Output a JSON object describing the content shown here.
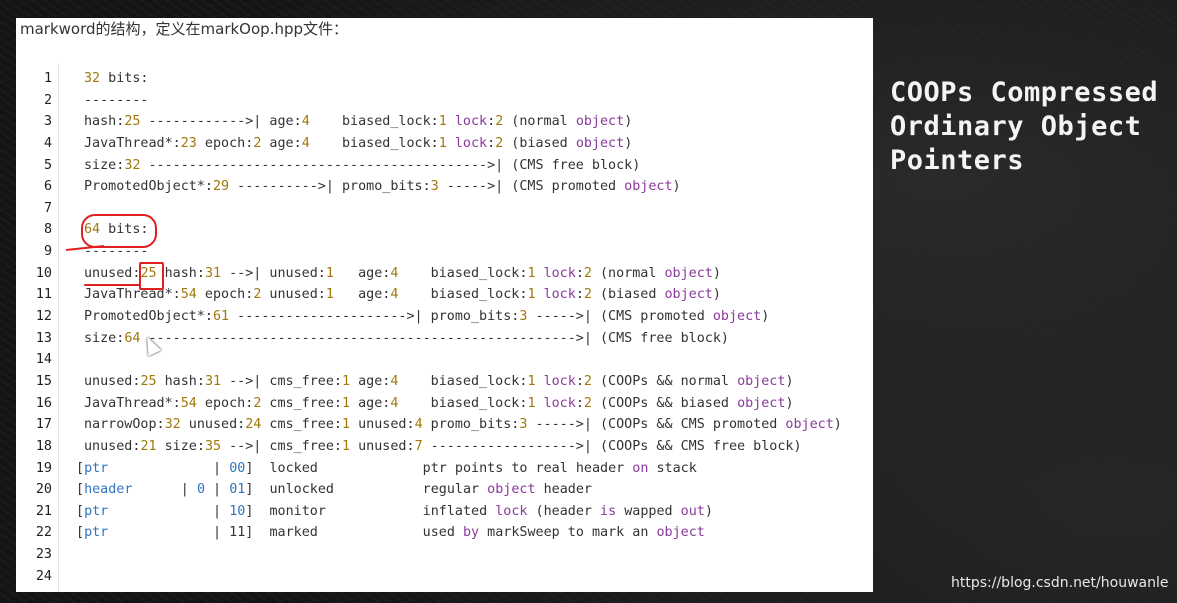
{
  "panel": {
    "heading": "markword的结构，定义在markOop.hpp文件："
  },
  "slide": {
    "title": "COOPs Compressed Ordinary Object Pointers",
    "watermark": "https://blog.csdn.net/houwanle"
  },
  "code": {
    "lines": [
      {
        "no": "1",
        "text": "32 bits:"
      },
      {
        "no": "2",
        "text": "--------"
      },
      {
        "no": "3",
        "text": "hash:25 ------------>| age:4    biased_lock:1 lock:2 (normal object)"
      },
      {
        "no": "4",
        "text": "JavaThread*:23 epoch:2 age:4    biased_lock:1 lock:2 (biased object)"
      },
      {
        "no": "5",
        "text": "size:32 ------------------------------------------>| (CMS free block)"
      },
      {
        "no": "6",
        "text": "PromotedObject*:29 ---------->| promo_bits:3 ----->| (CMS promoted object)"
      },
      {
        "no": "7",
        "text": ""
      },
      {
        "no": "8",
        "text": "64 bits:"
      },
      {
        "no": "9",
        "text": "--------"
      },
      {
        "no": "10",
        "text": "unused:25 hash:31 -->| unused:1   age:4    biased_lock:1 lock:2 (normal object)"
      },
      {
        "no": "11",
        "text": "JavaThread*:54 epoch:2 unused:1   age:4    biased_lock:1 lock:2 (biased object)"
      },
      {
        "no": "12",
        "text": "PromotedObject*:61 --------------------->| promo_bits:3 ----->| (CMS promoted object)"
      },
      {
        "no": "13",
        "text": "size:64 ----------------------------------------------------->| (CMS free block)"
      },
      {
        "no": "14",
        "text": ""
      },
      {
        "no": "15",
        "text": "unused:25 hash:31 -->| cms_free:1 age:4    biased_lock:1 lock:2 (COOPs && normal object)"
      },
      {
        "no": "16",
        "text": "JavaThread*:54 epoch:2 cms_free:1 age:4    biased_lock:1 lock:2 (COOPs && biased object)"
      },
      {
        "no": "17",
        "text": "narrowOop:32 unused:24 cms_free:1 unused:4 promo_bits:3 ----->| (COOPs && CMS promoted object)"
      },
      {
        "no": "18",
        "text": "unused:21 size:35 -->| cms_free:1 unused:7 ------------------>| (COOPs && CMS free block)"
      },
      {
        "no": "19",
        "text": "[ptr             | 00]  locked             ptr points to real header on stack"
      },
      {
        "no": "20",
        "text": "[header      | 0 | 01]  unlocked           regular object header"
      },
      {
        "no": "21",
        "text": "[ptr             | 10]  monitor            inflated lock (header is wapped out)"
      },
      {
        "no": "22",
        "text": "[ptr             | 11]  marked             used by markSweep to mark an object"
      },
      {
        "no": "23",
        "text": ""
      },
      {
        "no": "24",
        "text": ""
      }
    ]
  }
}
